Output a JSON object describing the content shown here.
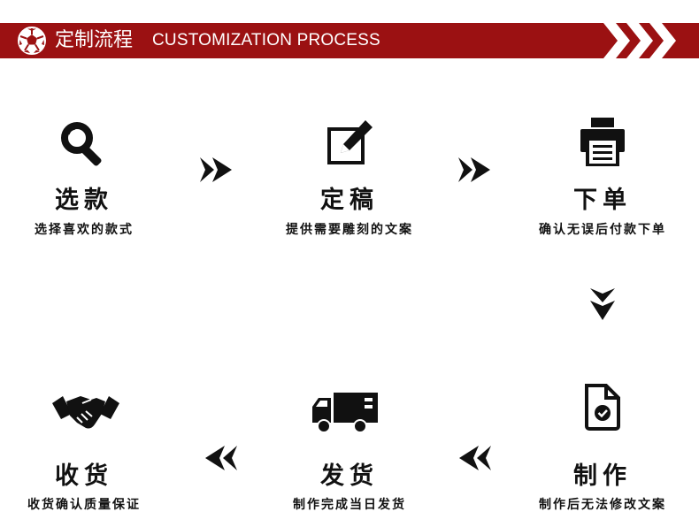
{
  "header": {
    "title_cn": "定制流程",
    "title_en": "CUSTOMIZATION PROCESS",
    "logo_icon": "soccer-ball-icon",
    "decor_icon": "triple-chevron-icon",
    "bar_color": "#9b1112"
  },
  "steps": [
    {
      "name": "选款",
      "desc": "选择喜欢的款式",
      "icon": "magnifier-icon"
    },
    {
      "name": "定稿",
      "desc": "提供需要雕刻的文案",
      "icon": "edit-note-icon"
    },
    {
      "name": "下单",
      "desc": "确认无误后付款下单",
      "icon": "printer-icon"
    },
    {
      "name": "制作",
      "desc": "制作后无法修改文案",
      "icon": "document-check-icon"
    },
    {
      "name": "发货",
      "desc": "制作完成当日发货",
      "icon": "truck-icon"
    },
    {
      "name": "收货",
      "desc": "收货确认质量保证",
      "icon": "handshake-icon"
    }
  ]
}
